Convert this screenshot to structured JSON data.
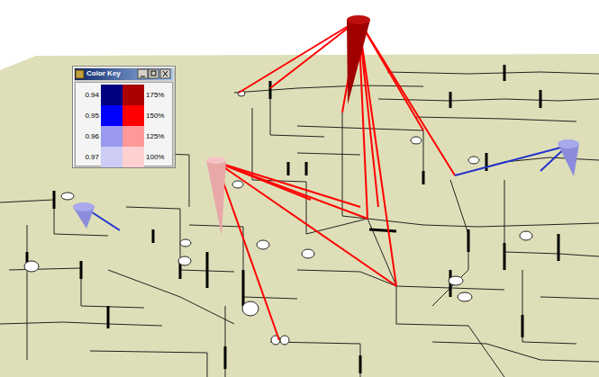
{
  "diagram": {
    "labels": [
      "Color Key"
    ],
    "legend": [
      {
        "text": "0.94",
        "color": "#000080"
      },
      {
        "text": "175%",
        "color": "#aa0000"
      },
      {
        "text": "0.95",
        "color": "#0000ff"
      },
      {
        "text": "150%",
        "color": "#ff0000"
      },
      {
        "text": "0.96",
        "color": "#9999ee"
      },
      {
        "text": "125%",
        "color": "#ff9999"
      },
      {
        "text": "0.97",
        "color": "#ccccf4"
      },
      {
        "text": "100%",
        "color": "#ffd0d0"
      }
    ]
  }
}
